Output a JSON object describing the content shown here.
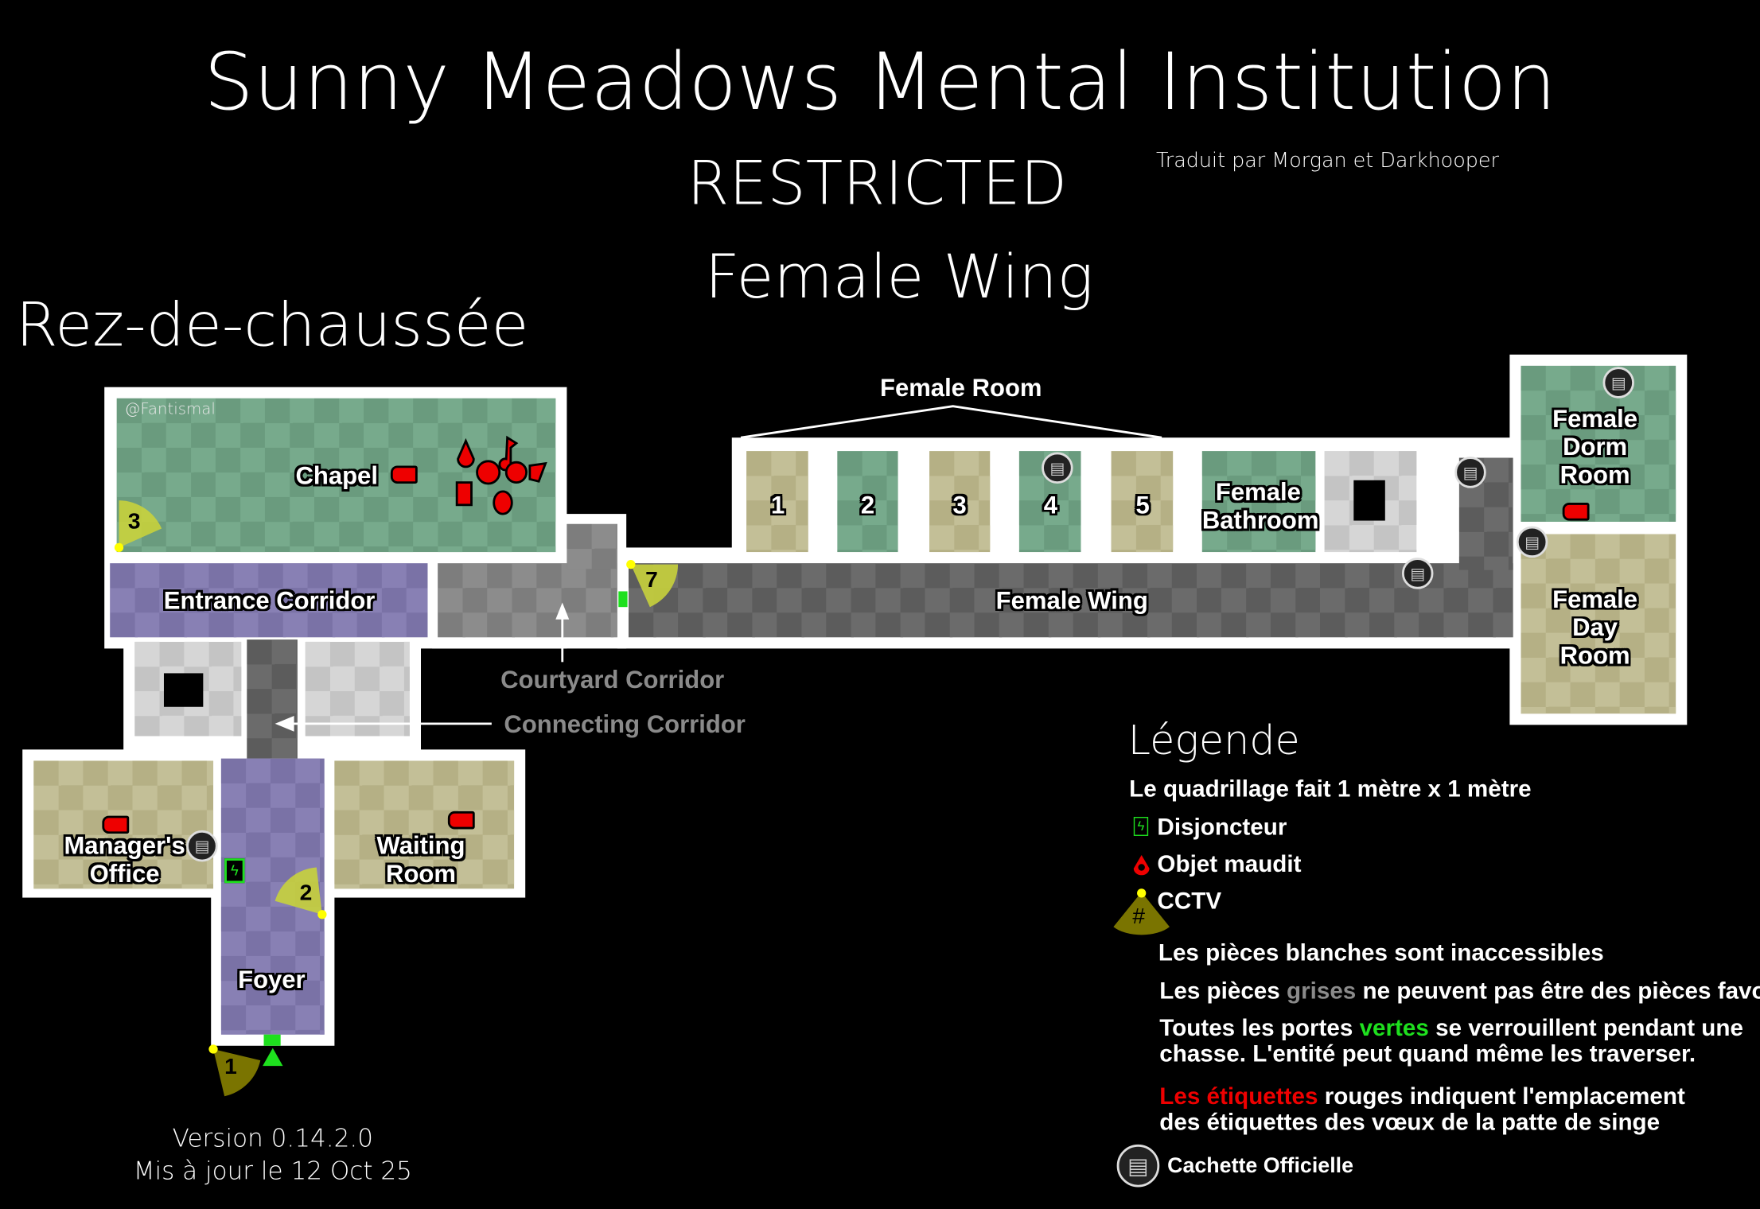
{
  "header": {
    "title": "Sunny Meadows Mental Institution",
    "subtitle": "RESTRICTED",
    "wing": "Female Wing",
    "credit": "Traduit par Morgan et Darkhooper",
    "floor": "Rez-de-chaussée"
  },
  "watermark": "@Fantismal",
  "rooms": {
    "chapel": "Chapel",
    "entrance_corridor": "Entrance Corridor",
    "female_room": "Female Room",
    "female_rooms": [
      "1",
      "2",
      "3",
      "4",
      "5"
    ],
    "female_bathroom": "Female Bathroom",
    "female_wing": "Female Wing",
    "female_dorm_room": "Female Dorm Room",
    "female_day_room": "Female Day Room",
    "courtyard_corridor": "Courtyard Corridor",
    "connecting_corridor": "Connecting Corridor",
    "managers_office": "Manager's Office",
    "waiting_room": "Waiting Room",
    "foyer": "Foyer"
  },
  "cctv": [
    "1",
    "2",
    "3",
    "7"
  ],
  "version": {
    "line1": "Version 0.14.2.0",
    "line2": "Mis à jour le 12 Oct 25"
  },
  "legend": {
    "title": "Légende",
    "grid": "Le quadrillage fait 1 mètre x 1 mètre",
    "breaker": "Disjoncteur",
    "cursed": "Objet maudit",
    "cctv": "CCTV",
    "cctv_symbol": "#",
    "white_rooms": "Les pièces blanches sont inaccessibles",
    "gray_rooms": {
      "pre": "Les pièces ",
      "hl": "grises",
      "post": " ne peuvent pas être des pièces favorites"
    },
    "green_doors": {
      "pre": "Toutes les portes ",
      "hl": "vertes",
      "post": " se verrouillent pendant une",
      "line2": "chasse.  L'entité peut quand même les traverser."
    },
    "red_tags": {
      "hl": "Les étiquettes",
      "post": " rouges indiquent l'emplacement",
      "line2": "des étiquettes des vœux de la patte de singe"
    },
    "hiding": "Cachette Officielle"
  },
  "colors": {
    "green_door": "#1ee01e",
    "red": "#ee0000",
    "gray_text": "#8a8a8a",
    "cctv_light": "#c8d23c",
    "cctv_dark": "#7a7400"
  }
}
